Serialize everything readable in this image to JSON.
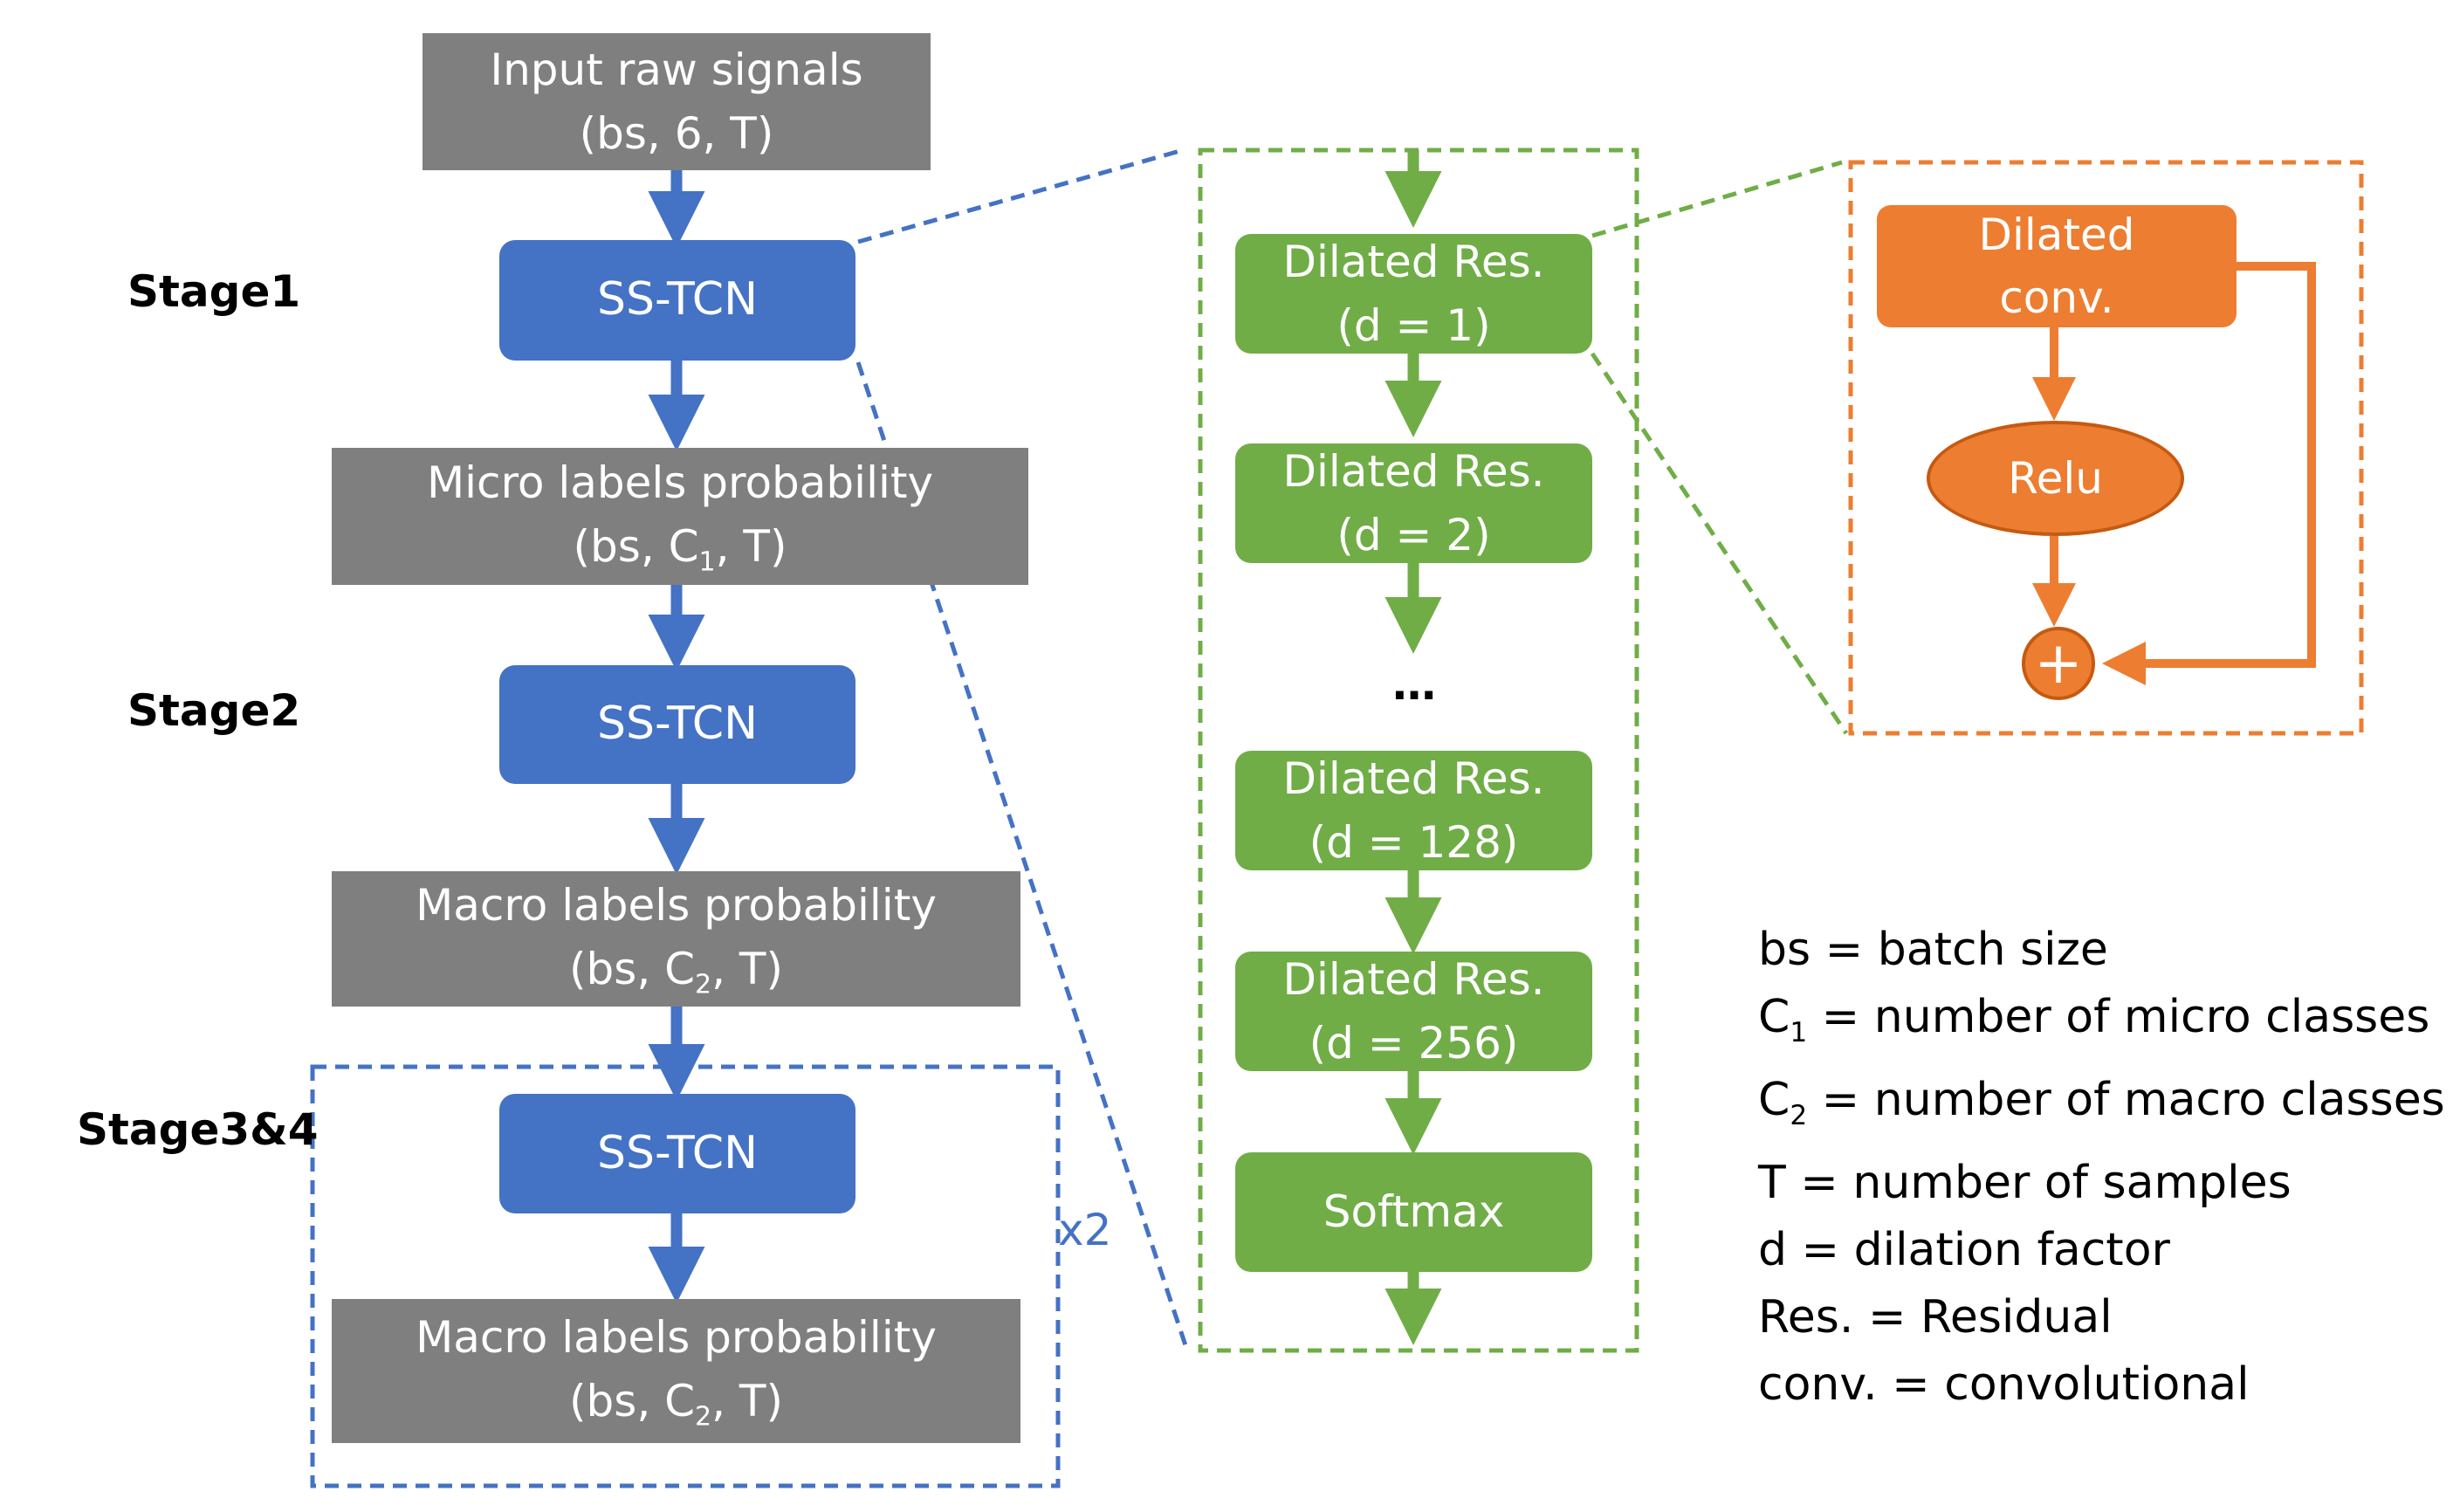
{
  "nodes": {
    "input": {
      "line1": "Input raw signals",
      "line2": "(bs, 6, T)"
    },
    "sstcn_label": "SS-TCN",
    "micro": {
      "line1": "Micro labels probability",
      "pre": "(bs, C",
      "sub": "1",
      "post": ", T)"
    },
    "macro": {
      "line1": "Macro labels probability",
      "pre": "(bs, C",
      "sub": "2",
      "post": ", T)"
    },
    "dilated_res_label": "Dilated Res.",
    "dilations": [
      "(d = 1)",
      "(d = 2)",
      "(d = 128)",
      "(d = 256)"
    ],
    "ellipsis": "…",
    "softmax": "Softmax",
    "dilated_conv": {
      "line1": "Dilated",
      "line2": "conv."
    },
    "relu": "Relu",
    "plus": "+"
  },
  "stages": [
    "Stage1",
    "Stage2",
    "Stage3&4"
  ],
  "repeat_label": "x2",
  "legend": {
    "bs": "bs = batch size",
    "c1": {
      "pre": "C",
      "sub": "1",
      "post": " = number of micro classes"
    },
    "c2": {
      "pre": "C",
      "sub": "2",
      "post": " = number of macro classes"
    },
    "t": "T = number of samples",
    "d": "d = dilation factor",
    "res": "Res. = Residual",
    "conv": "conv. = convolutional"
  },
  "colors": {
    "gray": "#7f7f7f",
    "blue": "#4472c4",
    "green": "#70ad47",
    "orange": "#ed7d31"
  }
}
